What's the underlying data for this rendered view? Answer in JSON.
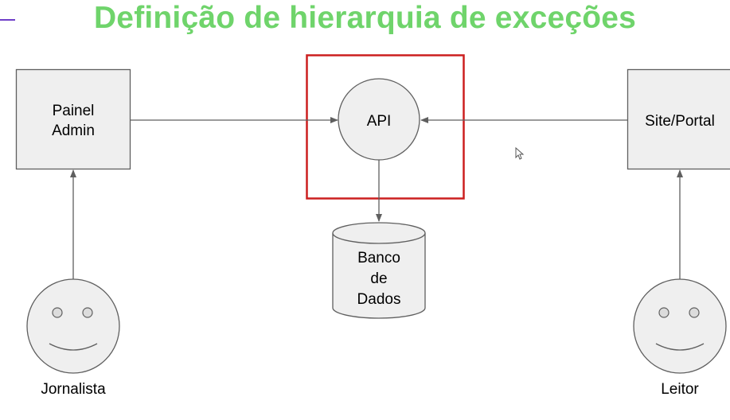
{
  "title": "Definição de hierarquia de exceções",
  "colors": {
    "title": "#6fd46b",
    "accent_dash": "#6f3fc8",
    "box_fill": "#efefef",
    "box_stroke": "#5f5f5f",
    "highlight_stroke": "#cc1f1f",
    "arrow": "#5f5f5f",
    "cursor": "#555555"
  },
  "nodes": {
    "painel_admin": [
      "Painel",
      "Admin"
    ],
    "api": "API",
    "site_portal": "Site/Portal",
    "banco_de_dados": [
      "Banco",
      "de",
      "Dados"
    ]
  },
  "actors": {
    "jornalista": "Jornalista",
    "leitor": "Leitor"
  },
  "icons": {
    "actor": "smiley-face-icon",
    "cursor": "mouse-pointer-icon"
  }
}
